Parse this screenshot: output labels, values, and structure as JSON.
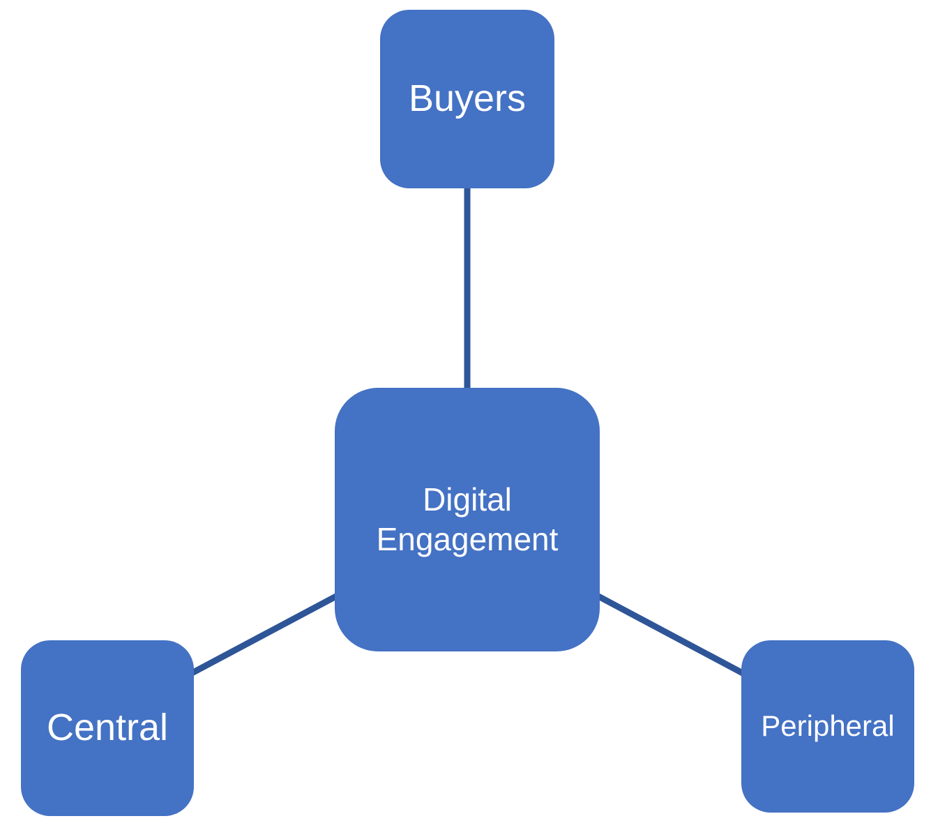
{
  "diagram": {
    "title": "",
    "type": "hub-and-spoke",
    "nodes": {
      "buyers": {
        "label": "Buyers"
      },
      "center": {
        "label": "Digital Engagement"
      },
      "central": {
        "label": "Central"
      },
      "peripheral": {
        "label": "Peripheral"
      }
    },
    "edges": [
      {
        "from": "buyers",
        "to": "center"
      },
      {
        "from": "center",
        "to": "central"
      },
      {
        "from": "center",
        "to": "peripheral"
      }
    ],
    "colors": {
      "node_fill": "#4472C4",
      "connector": "#2E5597",
      "text": "#FFFFFF"
    }
  }
}
